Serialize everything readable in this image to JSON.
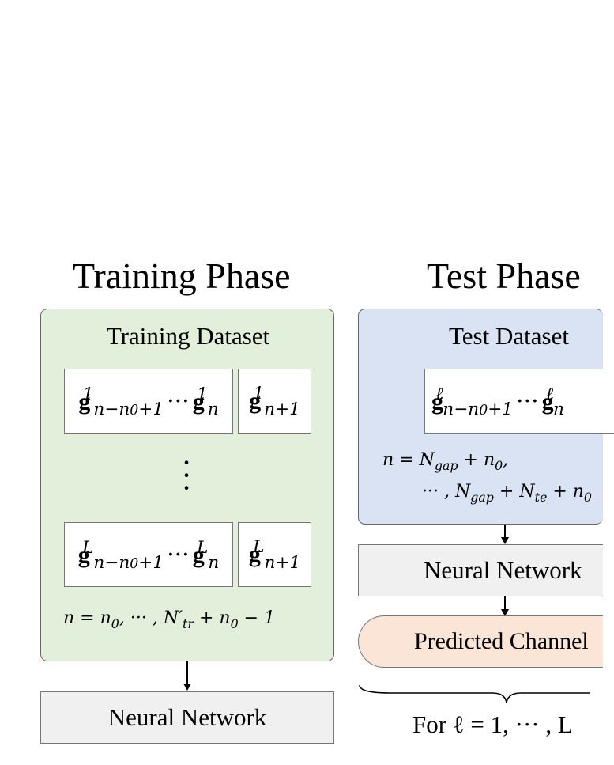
{
  "training": {
    "title": "Training Phase",
    "dataset_label": "Training Dataset",
    "row1_input": "g^1_{n-n0+1} ··· g^1_n",
    "row1_target": "g^1_{n+1}",
    "rowL_input": "g^L_{n-n0+1} ··· g^L_n",
    "rowL_target": "g^L_{n+1}",
    "vdots": "⋮",
    "condition": "n = n0, ··· , N'tr + n0 − 1",
    "network_label": "Neural Network"
  },
  "test": {
    "title": "Test Phase",
    "dataset_label": "Test Dataset",
    "row_input": "g^ℓ_{n-n0+1} ··· g^ℓ_n",
    "condition_line1": "n = Ngap + n0,",
    "condition_line2": "··· , Ngap + Nte + n0",
    "network_label": "Neural Network",
    "predicted_label": "Predicted Channel",
    "loop_label": "For ℓ = 1, ··· , L"
  },
  "colors": {
    "training_panel": "#e2efda",
    "test_panel": "#dae3f3",
    "network_box": "#f0f0f0",
    "predicted_box": "#fbe5d6"
  }
}
